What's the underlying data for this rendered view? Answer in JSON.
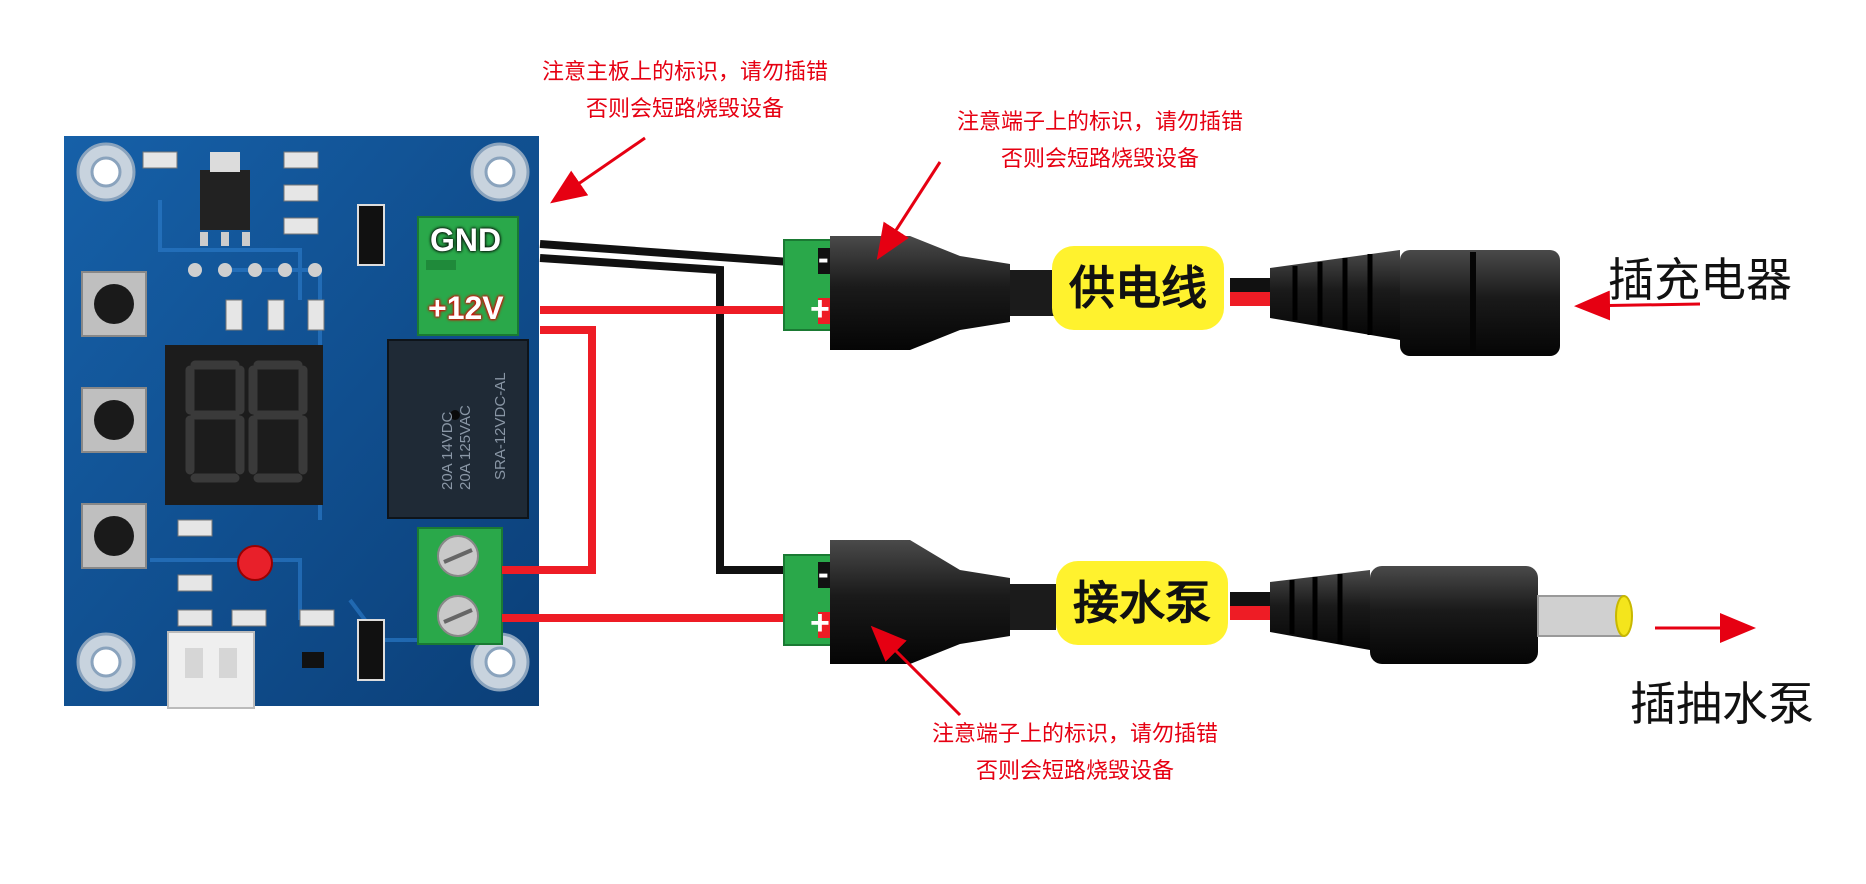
{
  "notes": {
    "board_line1": "注意主板上的标识，请勿插错",
    "board_line2": "否则会短路烧毁设备",
    "top_terminal_line1": "注意端子上的标识，请勿插错",
    "top_terminal_line2": "否则会短路烧毁设备",
    "bottom_terminal_line1": "注意端子上的标识，请勿插错",
    "bottom_terminal_line2": "否则会短路烧毁设备"
  },
  "board_pins": {
    "gnd": "GND",
    "plus12v": "+12V"
  },
  "cables": {
    "power_tag": "供电线",
    "pump_tag": "接水泵"
  },
  "side_labels": {
    "charger": "插充电器",
    "pump": "插抽水泵"
  },
  "terminal_marks": {
    "minus": "-",
    "plus": "+"
  },
  "colors": {
    "note_red": "#e60012",
    "wire_red": "#ee1c25",
    "wire_black": "#111111",
    "pcb_blue": "#0d4d8c",
    "terminal_green": "#2aa84a",
    "tag_yellow": "#fff22e"
  }
}
